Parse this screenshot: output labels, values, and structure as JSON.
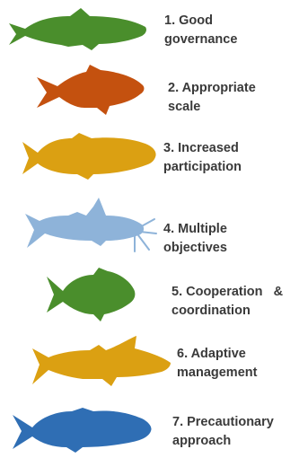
{
  "principles": [
    {
      "line1": "1. Good",
      "line2": "governance",
      "color": "#4a8e2c",
      "icon": "trout-icon"
    },
    {
      "line1": "2. Appropriate",
      "line2": "scale",
      "color": "#c4510f",
      "icon": "goldfish-icon"
    },
    {
      "line1": "3. Increased",
      "line2": "participation",
      "color": "#dba012",
      "icon": "grouper-icon"
    },
    {
      "line1": "4. Multiple",
      "line2": "objectives",
      "color": "#8eb3d9",
      "icon": "catfish-icon"
    },
    {
      "line1": "5. Cooperation   &",
      "line2": "coordination",
      "color": "#4a8e2c",
      "icon": "sunfish-icon"
    },
    {
      "line1": "6. Adaptive",
      "line2": "management",
      "color": "#dba012",
      "icon": "salmon-icon"
    },
    {
      "line1": "7. Precautionary",
      "line2": "approach",
      "color": "#2f6eb4",
      "icon": "bass-icon"
    }
  ]
}
